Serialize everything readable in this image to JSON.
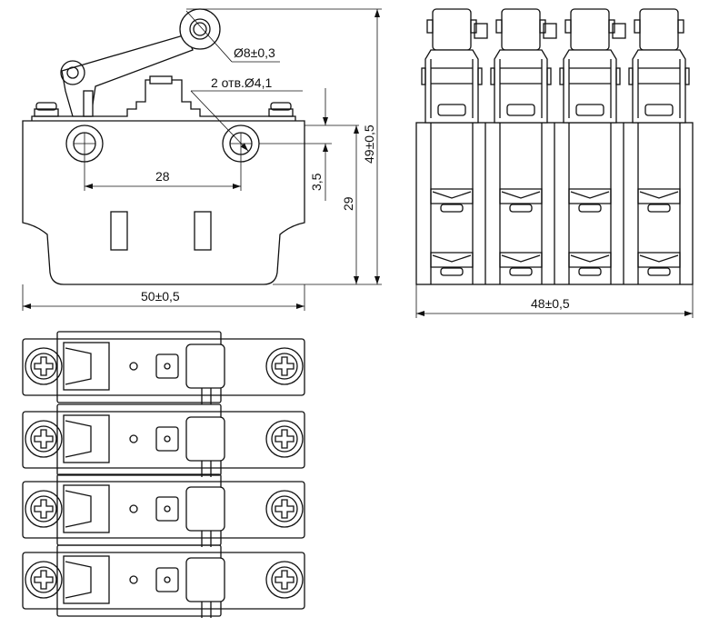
{
  "drawing": {
    "front_view": {
      "roller_diameter": "Ø8±0,3",
      "holes": "2 отв.Ø4,1",
      "hole_spacing": "28",
      "hole_offset": "3,5",
      "hole_height": "29",
      "total_height": "49±0,5",
      "width": "50±0,5"
    },
    "side_view": {
      "width": "48±0,5",
      "module_count": 4
    },
    "bottom_view": {
      "module_count": 4
    }
  }
}
